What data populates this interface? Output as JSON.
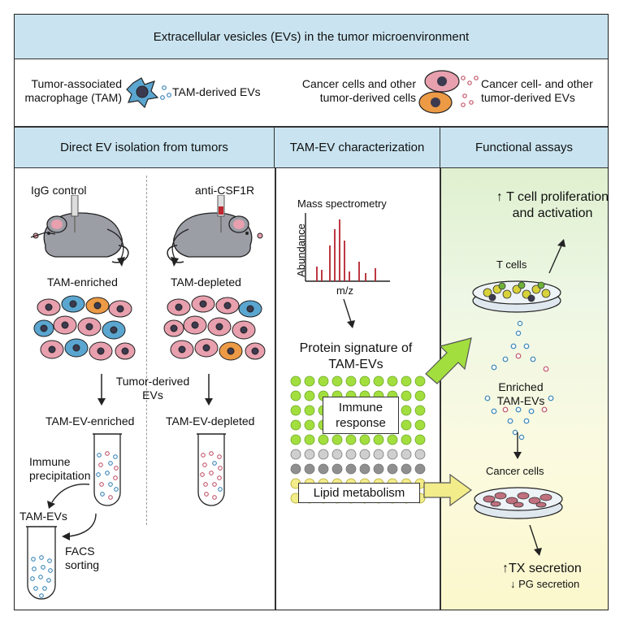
{
  "header": {
    "title": "Extracellular vesicles (EVs) in the tumor microenvironment"
  },
  "legend": {
    "tam_label": "Tumor-associated macrophage (TAM)",
    "tam_ev_label": "TAM-derived EVs",
    "cancer_label": "Cancer cells and other tumor-derived cells",
    "cancer_ev_label": "Cancer cell- and other tumor-derived EVs"
  },
  "panels": {
    "isolation": {
      "title": "Direct EV isolation from tumors",
      "igg_label": "IgG control",
      "csf1r_label": "anti-CSF1R",
      "enriched_label": "TAM-enriched",
      "depleted_label": "TAM-depleted",
      "tumor_evs_label": "Tumor-derived EVs",
      "ev_enriched_label": "TAM-EV-enriched",
      "ev_depleted_label": "TAM-EV-depleted",
      "ip_label": "Immune precipitation",
      "tam_evs_label": "TAM-EVs",
      "facs_label": "FACS sorting"
    },
    "characterization": {
      "title": "TAM-EV characterization",
      "ms_label": "Mass spectrometry",
      "y_axis": "Abundance",
      "x_axis": "m/z",
      "signature_label": "Protein signature of TAM-EVs",
      "immune_label": "Immune response",
      "lipid_label": "Lipid metabolism"
    },
    "assays": {
      "title": "Functional assays",
      "tcell_effect": "T cell proliferation and activation",
      "tcells_label": "T cells",
      "enriched_label": "Enriched TAM-EVs",
      "cancer_label": "Cancer cells",
      "tx_label": "TX secretion",
      "pg_label": "PG secretion"
    }
  },
  "colors": {
    "header_bg": "#c9e4f0",
    "tam_blue": "#5aa6d0",
    "cancer_pink": "#e8a0ae",
    "cancer_orange": "#ec9a45",
    "green_arrow": "#a2df3e",
    "yellow_arrow": "#f2ec8a",
    "ms_peak": "#b5222e"
  }
}
